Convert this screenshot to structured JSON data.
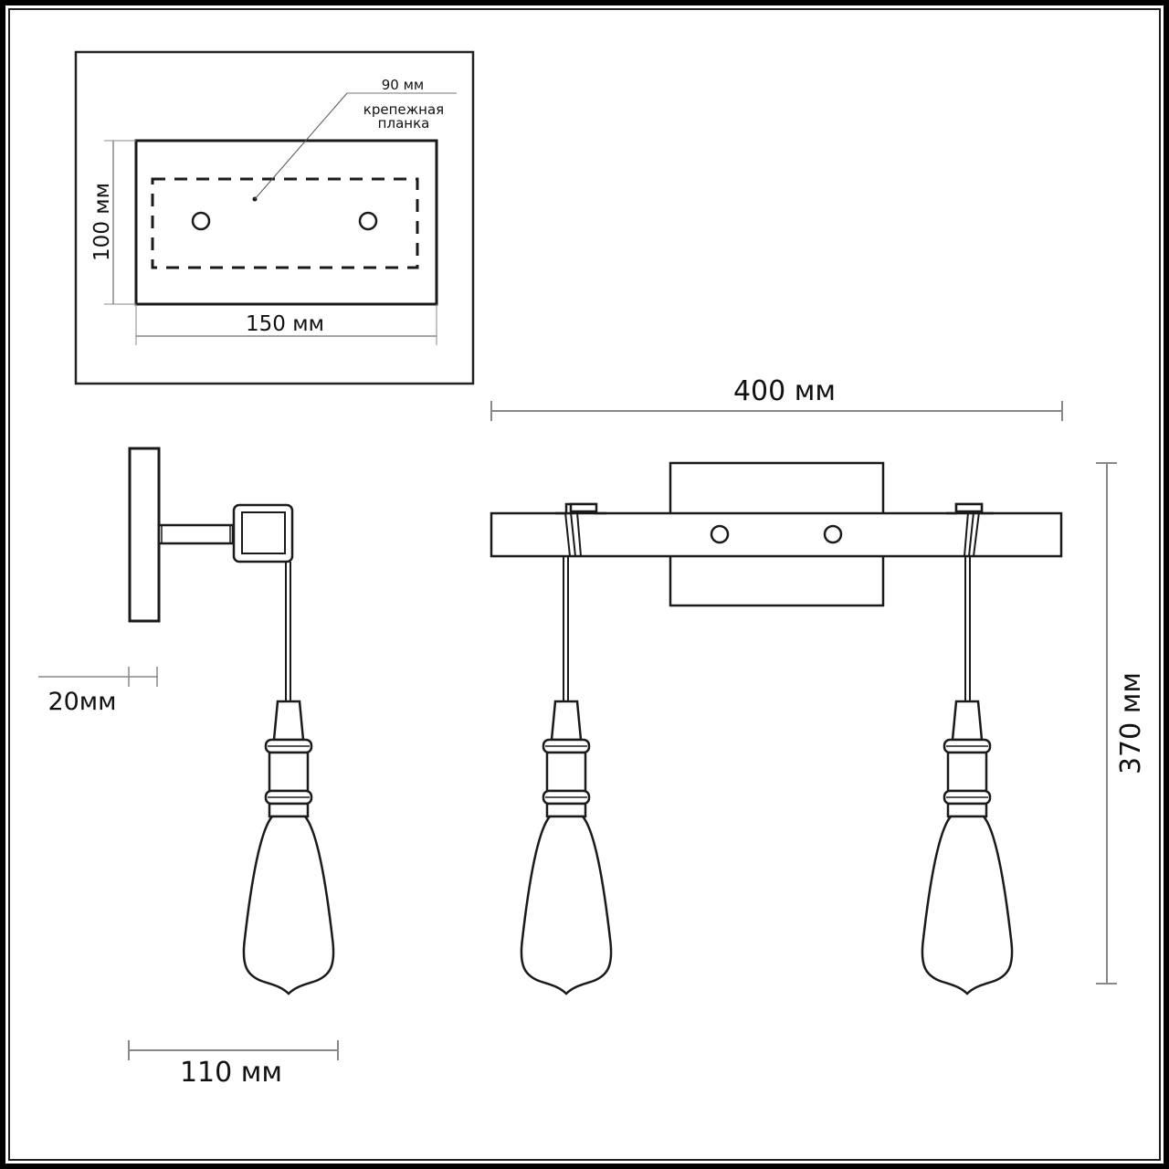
{
  "diagram": {
    "type": "technical-drawing",
    "subject": "wall lamp with two pendant bulbs",
    "mounting_plate_inset": {
      "width_label": "150 мм",
      "height_label": "100 мм",
      "bracket_label_dim": "90 мм",
      "bracket_label_line1": "крепежная",
      "bracket_label_line2": "планка"
    },
    "side_view": {
      "depth_label": "20мм",
      "projection_label": "110 мм"
    },
    "front_view": {
      "width_label": "400 мм",
      "height_label": "370 мм",
      "bulb_count": 2
    },
    "colors": {
      "line": "#1a1a1a",
      "dimension_line": "#777777",
      "background": "#ffffff"
    }
  }
}
